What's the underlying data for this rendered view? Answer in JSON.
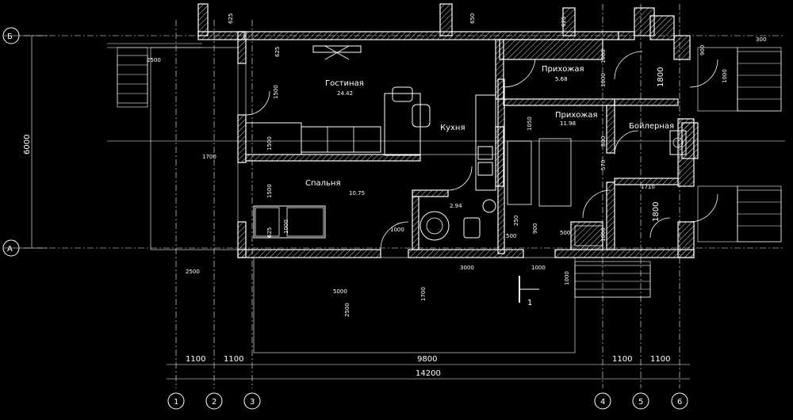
{
  "rooms": {
    "living": {
      "name": "Гостиная",
      "area": "24.42"
    },
    "hall1": {
      "name": "Прихожая",
      "area": "5.68"
    },
    "kitchen": {
      "name": "Кухня"
    },
    "hall2": {
      "name": "Прихожая",
      "area": "11.98"
    },
    "boiler": {
      "name": "Бойлерная"
    },
    "bedroom": {
      "name": "Спальня",
      "area": "10.75"
    },
    "bath": {
      "area": "2.94"
    }
  },
  "axes": {
    "letters": [
      "Б",
      "А"
    ],
    "numbers": [
      "1",
      "2",
      "3",
      "4",
      "5",
      "6"
    ]
  },
  "dims": {
    "bottom_segments": [
      "1100",
      "1100",
      "9800",
      "1100",
      "1100"
    ],
    "bottom_total": "14200",
    "left_height": "6000",
    "d2500_top": "2500",
    "d1700": "1700",
    "d2500_bottom": "2500",
    "d5000": "5000",
    "d1700v": "1700",
    "d2500v": "2500",
    "d3000": "3000",
    "d1000a": "1000",
    "d1000b": "1000",
    "d500a": "500",
    "d500b": "500",
    "d1500a": "1500",
    "d1500b": "1500",
    "d1500c": "1500",
    "d625a": "625",
    "d625b": "625",
    "d625c": "625",
    "d650": "650",
    "d625d": "625",
    "d300": "300",
    "d900": "900",
    "d1000r1": "1000",
    "d1800a": "1800",
    "d1000r2": "1000",
    "d1000r3": "1000",
    "d1800b": "1800",
    "d1000r4": "1000",
    "d1000r5": "1000",
    "d250": "250",
    "d900b": "900",
    "d1050": "1050",
    "d800": "800",
    "d570": "570",
    "d1710": "1710",
    "d1000c": "1000"
  },
  "section_mark": "1"
}
